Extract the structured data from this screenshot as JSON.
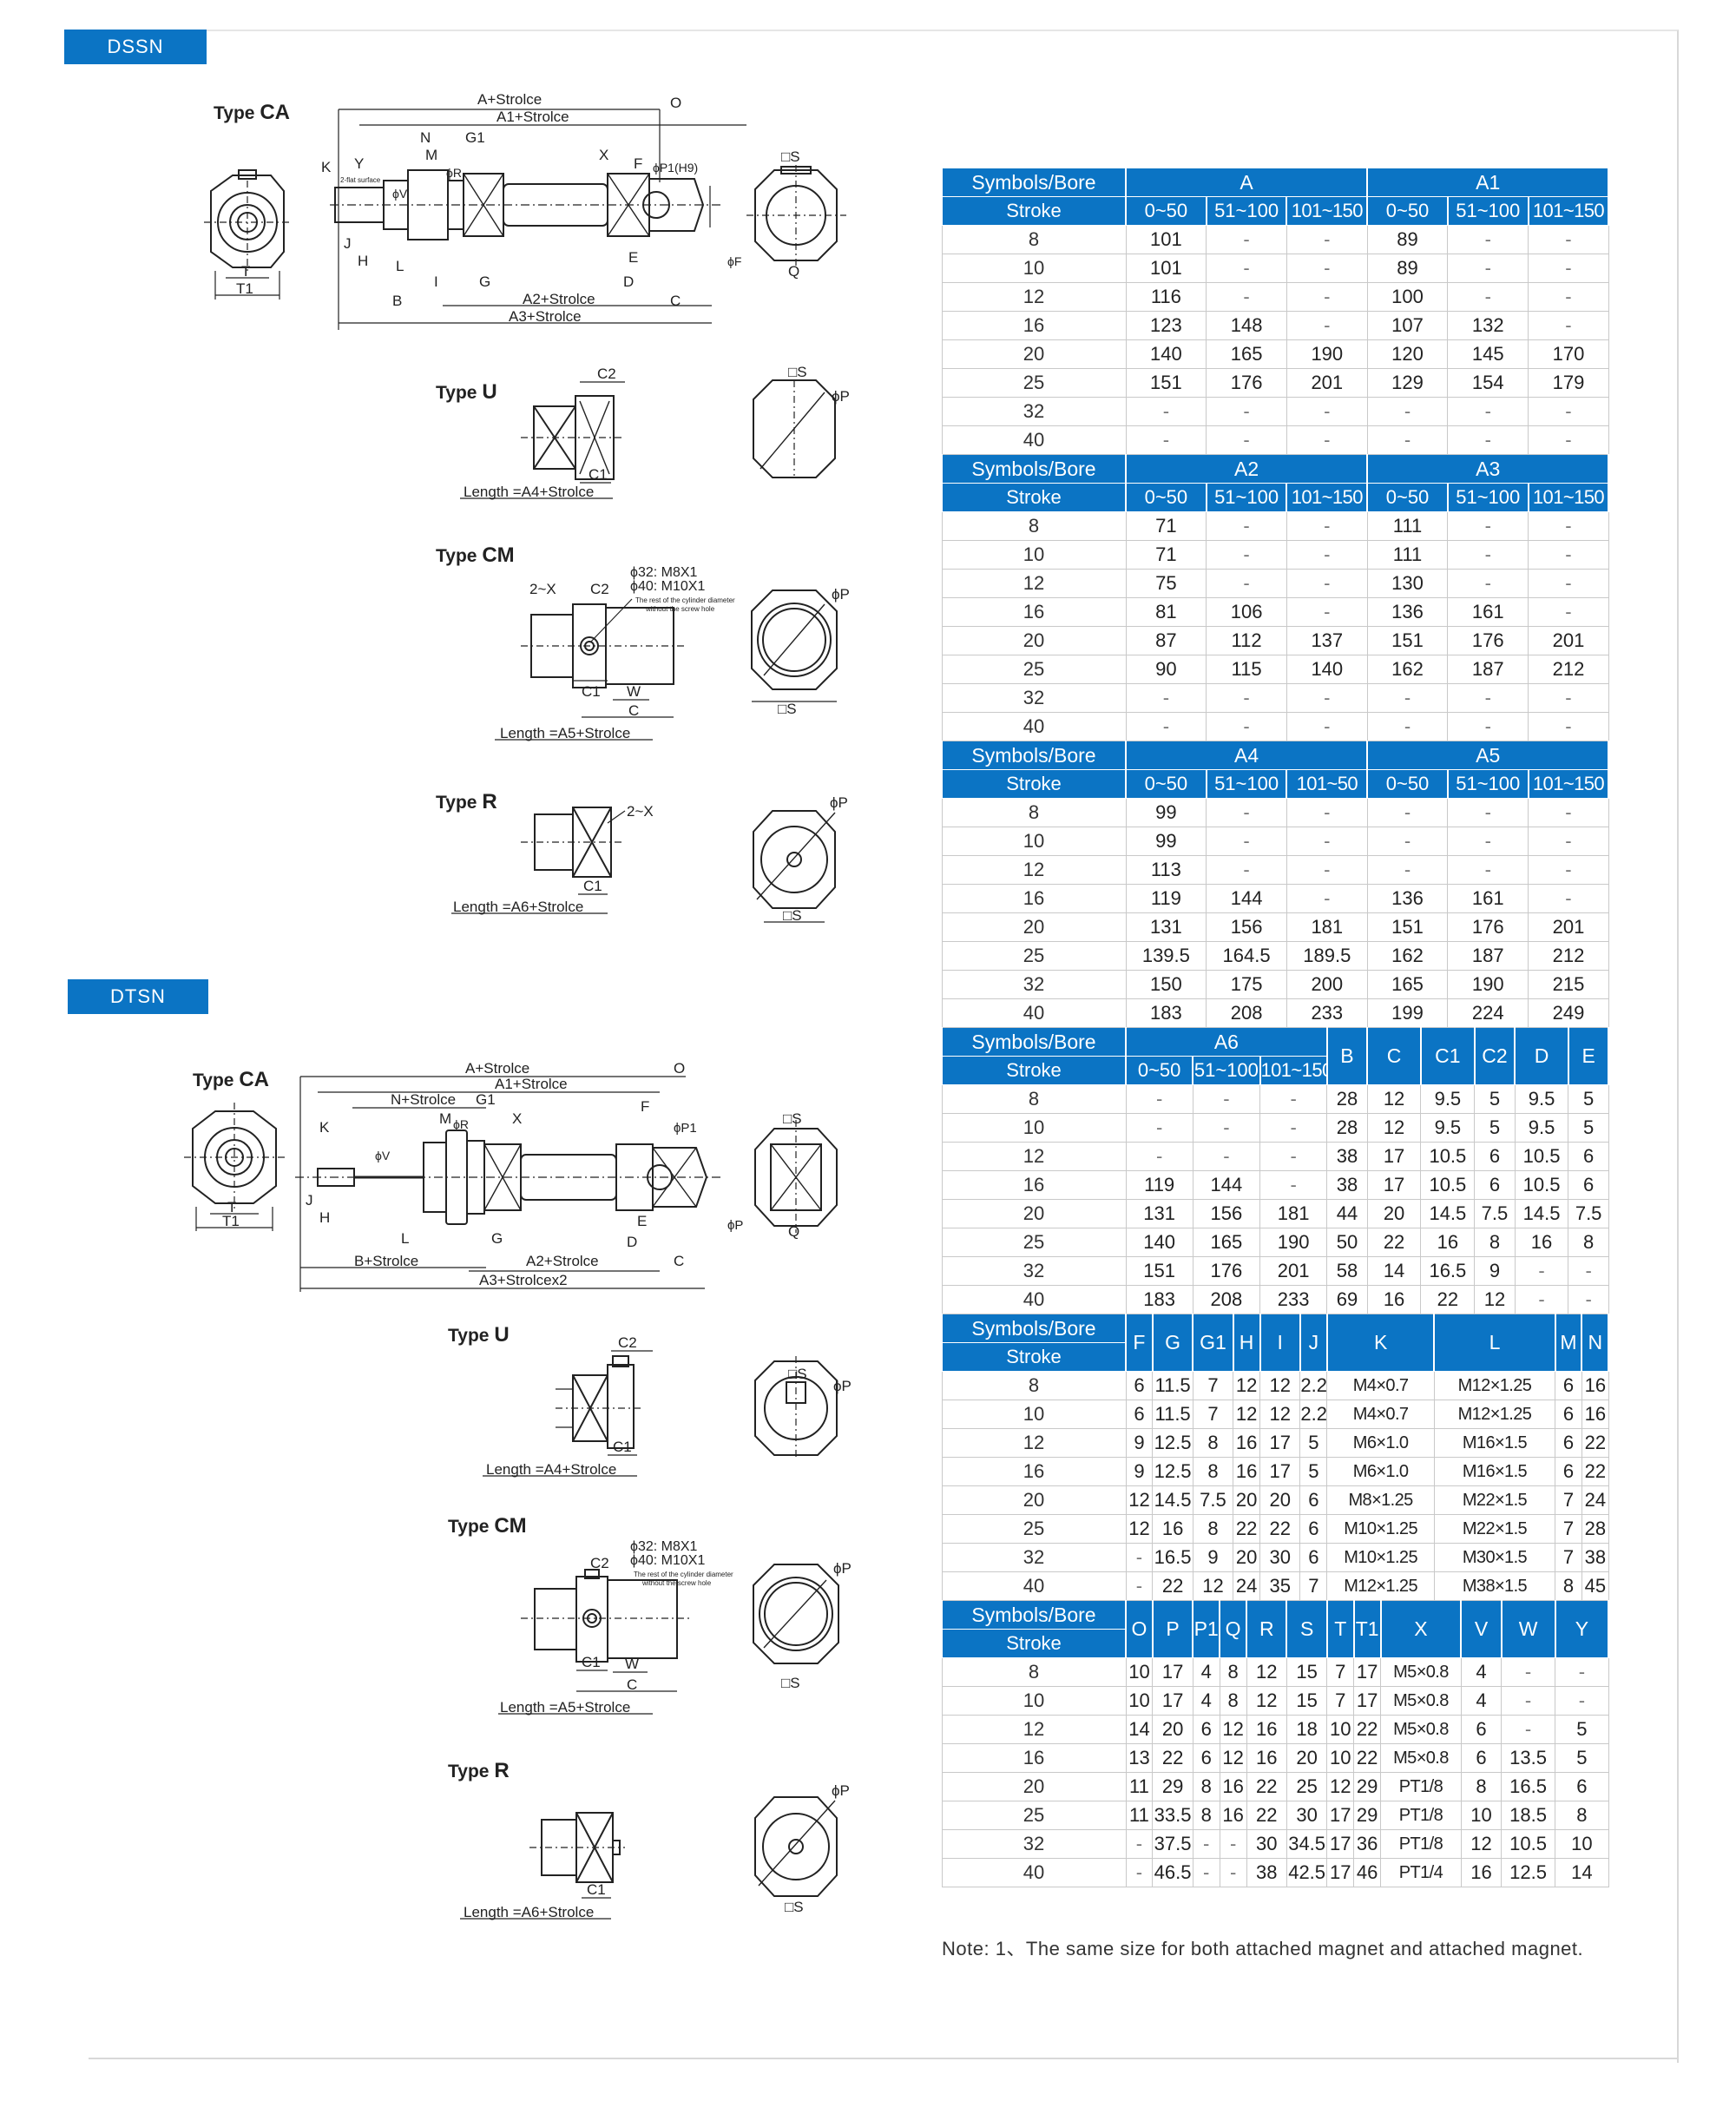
{
  "sections": {
    "dssn": "DSSN",
    "dtsn": "DTSN"
  },
  "types": {
    "ca": {
      "prefix": "Type",
      "suffix": "CA"
    },
    "u": {
      "prefix": "Type",
      "suffix": "U"
    },
    "cm": {
      "prefix": "Type",
      "suffix": "CM"
    },
    "r": {
      "prefix": "Type",
      "suffix": "R"
    }
  },
  "dssn_labels": {
    "a_stroke": "A+Strolce",
    "a1_stroke": "A1+Strolce",
    "a2_stroke": "A2+Strolce",
    "a3_stroke": "A3+Strolce",
    "n": "N",
    "g1": "G1",
    "m": "M",
    "x": "X",
    "f": "F",
    "p1h9": "ϕP1(H9)",
    "o": "O",
    "s": "□S",
    "k": "K",
    "y": "Y",
    "surface": "2-flat surface",
    "phi_v": "ϕV",
    "phi_r": "ϕR",
    "j": "J",
    "h": "H",
    "t": "T",
    "t1": "T1",
    "i": "I",
    "g": "G",
    "l": "L",
    "b": "B",
    "d": "D",
    "e": "E",
    "c": "C",
    "phi_f": "ϕF",
    "q": "Q"
  },
  "dtsn_labels": {
    "a_stroke": "A+Strolce",
    "a1_stroke": "A1+Strolce",
    "n_stroke": "N+Strolce",
    "g1": "G1",
    "m": "M",
    "x": "X",
    "f": "F",
    "phi_p1": "ϕP1",
    "o": "O",
    "s": "□S",
    "k": "K",
    "phi_v": "ϕV",
    "phi_r": "ϕR",
    "j": "J",
    "h": "H",
    "t": "T",
    "t1": "T1",
    "l": "L",
    "g": "G",
    "b_stroke": "B+Strolce",
    "a2_stroke": "A2+Strolce",
    "a3_stroke2": "A3+Strolcex2",
    "d": "D",
    "e": "E",
    "c": "C",
    "phi_p": "ϕP",
    "q": "Q"
  },
  "sub_labels": {
    "c2": "C2",
    "c1": "C1",
    "s": "□S",
    "phi_p": "ϕP",
    "two_x": "2~X",
    "w": "W",
    "c": "C",
    "len_a4": "Length =A4+Strolce",
    "len_a5": "Length =A5+Strolce",
    "len_a6": "Length =A6+Strolce",
    "cm_note1": "ϕ32: M8X1",
    "cm_note2": "ϕ40: M10X1",
    "cm_note3": "The rest of the cylinder diameter",
    "cm_note4": "without the screw hole"
  },
  "table": {
    "symbols_bore": "Symbols/Bore",
    "stroke": "Stroke",
    "ranges": [
      "0~50",
      "51~100",
      "101~150"
    ],
    "ranges_a4": [
      "0~50",
      "51~100",
      "101~50"
    ],
    "strokes": [
      "8",
      "10",
      "12",
      "16",
      "20",
      "25",
      "32",
      "40"
    ],
    "dash": "-",
    "s1": {
      "A": "A",
      "A1": "A1",
      "rows": [
        [
          "101",
          "-",
          "-",
          "89",
          "-",
          "-"
        ],
        [
          "101",
          "-",
          "-",
          "89",
          "-",
          "-"
        ],
        [
          "116",
          "-",
          "-",
          "100",
          "-",
          "-"
        ],
        [
          "123",
          "148",
          "-",
          "107",
          "132",
          "-"
        ],
        [
          "140",
          "165",
          "190",
          "120",
          "145",
          "170"
        ],
        [
          "151",
          "176",
          "201",
          "129",
          "154",
          "179"
        ],
        [
          "-",
          "-",
          "-",
          "-",
          "-",
          "-"
        ],
        [
          "-",
          "-",
          "-",
          "-",
          "-",
          "-"
        ]
      ]
    },
    "s2": {
      "A": "A2",
      "A1": "A3",
      "rows": [
        [
          "71",
          "-",
          "-",
          "111",
          "-",
          "-"
        ],
        [
          "71",
          "-",
          "-",
          "111",
          "-",
          "-"
        ],
        [
          "75",
          "-",
          "-",
          "130",
          "-",
          "-"
        ],
        [
          "81",
          "106",
          "-",
          "136",
          "161",
          "-"
        ],
        [
          "87",
          "112",
          "137",
          "151",
          "176",
          "201"
        ],
        [
          "90",
          "115",
          "140",
          "162",
          "187",
          "212"
        ],
        [
          "-",
          "-",
          "-",
          "-",
          "-",
          "-"
        ],
        [
          "-",
          "-",
          "-",
          "-",
          "-",
          "-"
        ]
      ]
    },
    "s3": {
      "A": "A4",
      "A1": "A5",
      "rows": [
        [
          "99",
          "-",
          "-",
          "-",
          "-",
          "-"
        ],
        [
          "99",
          "-",
          "-",
          "-",
          "-",
          "-"
        ],
        [
          "113",
          "-",
          "-",
          "-",
          "-",
          "-"
        ],
        [
          "119",
          "144",
          "-",
          "136",
          "161",
          "-"
        ],
        [
          "131",
          "156",
          "181",
          "151",
          "176",
          "201"
        ],
        [
          "139.5",
          "164.5",
          "189.5",
          "162",
          "187",
          "212"
        ],
        [
          "150",
          "175",
          "200",
          "165",
          "190",
          "215"
        ],
        [
          "183",
          "208",
          "233",
          "199",
          "224",
          "249"
        ]
      ]
    },
    "s4": {
      "A6": "A6",
      "cols": [
        "B",
        "C",
        "C1",
        "C2",
        "D",
        "E"
      ],
      "rows": [
        [
          "-",
          "-",
          "-",
          "28",
          "12",
          "9.5",
          "5",
          "9.5",
          "5"
        ],
        [
          "-",
          "-",
          "-",
          "28",
          "12",
          "9.5",
          "5",
          "9.5",
          "5"
        ],
        [
          "-",
          "-",
          "-",
          "38",
          "17",
          "10.5",
          "6",
          "10.5",
          "6"
        ],
        [
          "119",
          "144",
          "-",
          "38",
          "17",
          "10.5",
          "6",
          "10.5",
          "6"
        ],
        [
          "131",
          "156",
          "181",
          "44",
          "20",
          "14.5",
          "7.5",
          "14.5",
          "7.5"
        ],
        [
          "140",
          "165",
          "190",
          "50",
          "22",
          "16",
          "8",
          "16",
          "8"
        ],
        [
          "151",
          "176",
          "201",
          "58",
          "14",
          "16.5",
          "9",
          "-",
          "-"
        ],
        [
          "183",
          "208",
          "233",
          "69",
          "16",
          "22",
          "12",
          "-",
          "-"
        ]
      ]
    },
    "s5": {
      "cols": [
        "F",
        "G",
        "G1",
        "H",
        "I",
        "J",
        "K",
        "L",
        "M",
        "N"
      ],
      "rows": [
        [
          "6",
          "11.5",
          "7",
          "12",
          "12",
          "2.2",
          "M4×0.7",
          "M12×1.25",
          "6",
          "16"
        ],
        [
          "6",
          "11.5",
          "7",
          "12",
          "12",
          "2.2",
          "M4×0.7",
          "M12×1.25",
          "6",
          "16"
        ],
        [
          "9",
          "12.5",
          "8",
          "16",
          "17",
          "5",
          "M6×1.0",
          "M16×1.5",
          "6",
          "22"
        ],
        [
          "9",
          "12.5",
          "8",
          "16",
          "17",
          "5",
          "M6×1.0",
          "M16×1.5",
          "6",
          "22"
        ],
        [
          "12",
          "14.5",
          "7.5",
          "20",
          "20",
          "6",
          "M8×1.25",
          "M22×1.5",
          "7",
          "24"
        ],
        [
          "12",
          "16",
          "8",
          "22",
          "22",
          "6",
          "M10×1.25",
          "M22×1.5",
          "7",
          "28"
        ],
        [
          "-",
          "16.5",
          "9",
          "20",
          "30",
          "6",
          "M10×1.25",
          "M30×1.5",
          "7",
          "38"
        ],
        [
          "-",
          "22",
          "12",
          "24",
          "35",
          "7",
          "M12×1.25",
          "M38×1.5",
          "8",
          "45"
        ]
      ]
    },
    "s6": {
      "cols": [
        "O",
        "P",
        "P1",
        "Q",
        "R",
        "S",
        "T",
        "T1",
        "X",
        "V",
        "W",
        "Y"
      ],
      "rows": [
        [
          "10",
          "17",
          "4",
          "8",
          "12",
          "15",
          "7",
          "17",
          "M5×0.8",
          "4",
          "-",
          "-"
        ],
        [
          "10",
          "17",
          "4",
          "8",
          "12",
          "15",
          "7",
          "17",
          "M5×0.8",
          "4",
          "-",
          "-"
        ],
        [
          "14",
          "20",
          "6",
          "12",
          "16",
          "18",
          "10",
          "22",
          "M5×0.8",
          "6",
          "-",
          "5"
        ],
        [
          "13",
          "22",
          "6",
          "12",
          "16",
          "20",
          "10",
          "22",
          "M5×0.8",
          "6",
          "13.5",
          "5"
        ],
        [
          "11",
          "29",
          "8",
          "16",
          "22",
          "25",
          "12",
          "29",
          "PT1/8",
          "8",
          "16.5",
          "6"
        ],
        [
          "11",
          "33.5",
          "8",
          "16",
          "22",
          "30",
          "17",
          "29",
          "PT1/8",
          "10",
          "18.5",
          "8"
        ],
        [
          "-",
          "37.5",
          "-",
          "-",
          "30",
          "34.5",
          "17",
          "36",
          "PT1/8",
          "12",
          "10.5",
          "10"
        ],
        [
          "-",
          "46.5",
          "-",
          "-",
          "38",
          "42.5",
          "17",
          "46",
          "PT1/4",
          "16",
          "12.5",
          "14"
        ]
      ]
    }
  },
  "note": "Note: 1、The same size for both attached magnet and attached magnet.",
  "colors": {
    "accent": "#0b74c4"
  }
}
